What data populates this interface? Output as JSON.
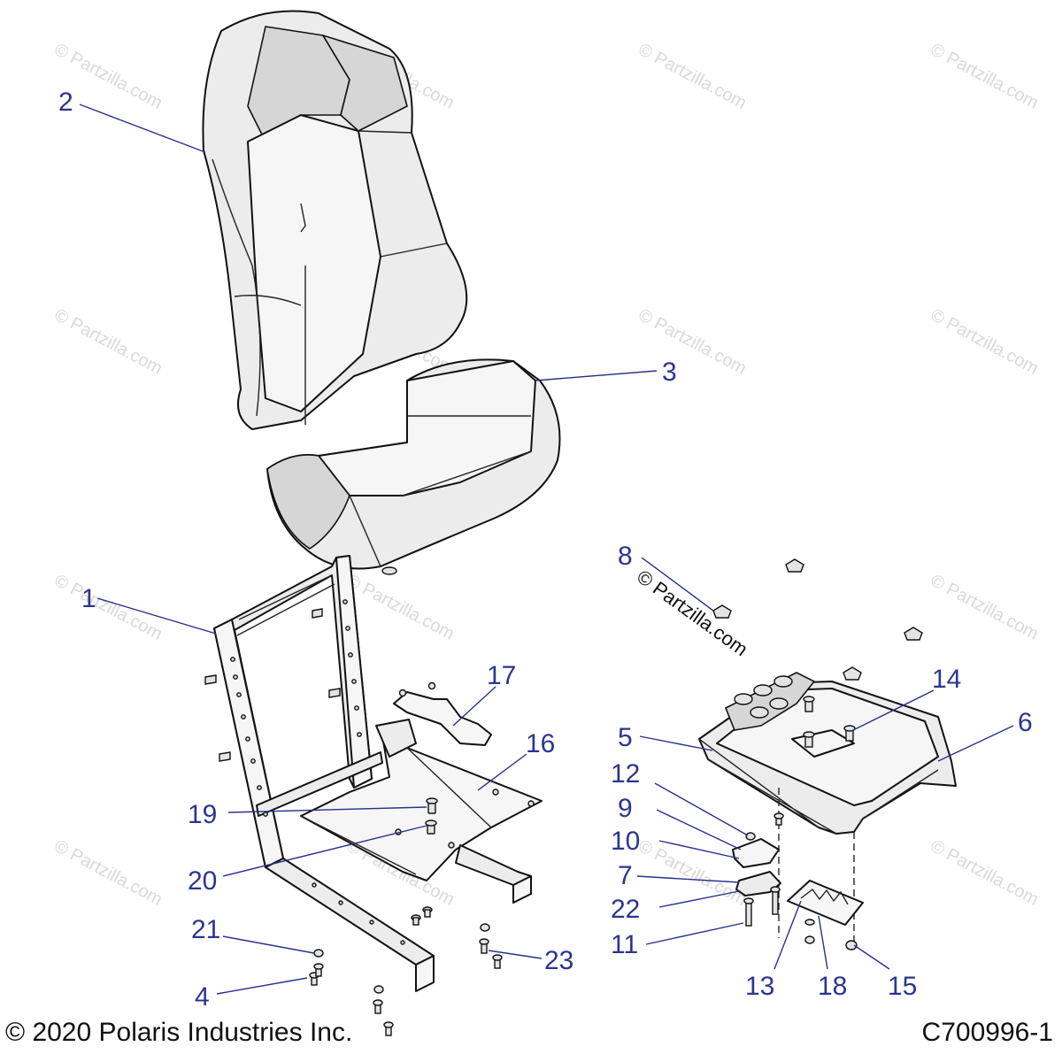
{
  "watermark": {
    "faint_text": "© Partzilla.com",
    "dark_text": "© Partzilla.com"
  },
  "callouts": [
    {
      "id": "1",
      "label": "1"
    },
    {
      "id": "2",
      "label": "2"
    },
    {
      "id": "3",
      "label": "3"
    },
    {
      "id": "4",
      "label": "4"
    },
    {
      "id": "5",
      "label": "5"
    },
    {
      "id": "6",
      "label": "6"
    },
    {
      "id": "7",
      "label": "7"
    },
    {
      "id": "8",
      "label": "8"
    },
    {
      "id": "9",
      "label": "9"
    },
    {
      "id": "10",
      "label": "10"
    },
    {
      "id": "11",
      "label": "11"
    },
    {
      "id": "12",
      "label": "12"
    },
    {
      "id": "13",
      "label": "13"
    },
    {
      "id": "14",
      "label": "14"
    },
    {
      "id": "15",
      "label": "15"
    },
    {
      "id": "16",
      "label": "16"
    },
    {
      "id": "17",
      "label": "17"
    },
    {
      "id": "18",
      "label": "18"
    },
    {
      "id": "19",
      "label": "19"
    },
    {
      "id": "20",
      "label": "20"
    },
    {
      "id": "21",
      "label": "21"
    },
    {
      "id": "22",
      "label": "22"
    },
    {
      "id": "23",
      "label": "23"
    }
  ],
  "footer": {
    "copyright": "© 2020 Polaris Industries Inc.",
    "diagram_code": "C700996-1"
  },
  "colors": {
    "callout": "#2b3590",
    "leader": "#27318b",
    "line_art": "#111111",
    "watermark": "#d9d9d9"
  }
}
